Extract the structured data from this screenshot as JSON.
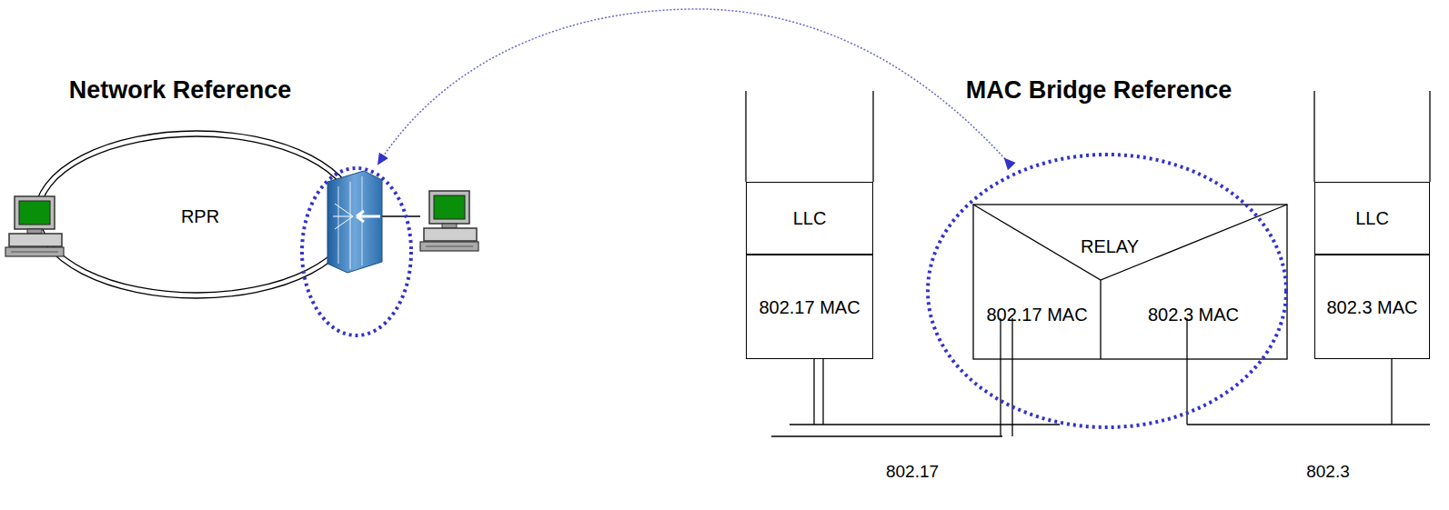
{
  "diagram": {
    "nodes": [
      {
        "text": [
          "RPR"
        ]
      },
      {
        "text": [
          "LLC"
        ]
      },
      {
        "text": [
          "802.17 MAC"
        ]
      },
      {
        "text": [
          "RELAY"
        ]
      },
      {
        "text": [
          "802.17 MAC"
        ]
      },
      {
        "text": [
          "802.3 MAC"
        ]
      },
      {
        "text": [
          "LLC"
        ]
      },
      {
        "text": [
          "802.3 MAC"
        ]
      }
    ],
    "labels": [
      "Network Reference",
      "MAC Bridge Reference",
      "802.17",
      "802.3"
    ]
  }
}
